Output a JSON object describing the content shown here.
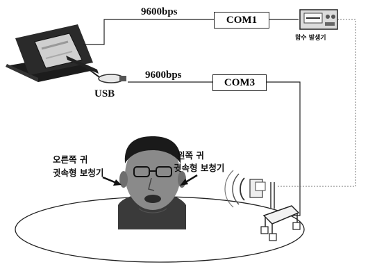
{
  "links": {
    "top": {
      "rate": "9600bps",
      "port": "COM1",
      "device": "함수 발생기"
    },
    "bottom": {
      "rate": "9600bps",
      "port": "COM3"
    }
  },
  "usb_label": "USB",
  "hearing_aids": {
    "right": {
      "line1": "오른쪽 귀",
      "line2": "귓속형 보청기"
    },
    "left": {
      "line1": "왼쪽 귀",
      "line2": "귓속형 보청기"
    }
  },
  "colors": {
    "line": "#222222",
    "dashed": "#777777",
    "person_skin": "#8a8a8a",
    "floor": "#222222"
  }
}
